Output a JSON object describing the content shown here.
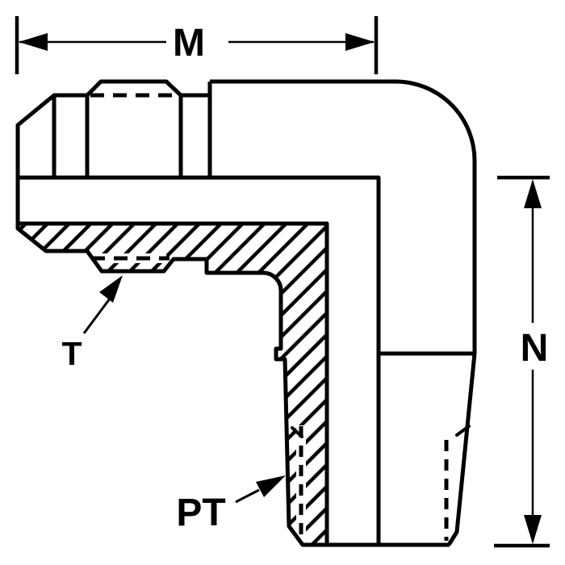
{
  "drawing": {
    "colors": {
      "line": "#000000",
      "background": "#ffffff"
    },
    "labels": {
      "m": "M",
      "n": "N",
      "t": "T",
      "pt": "PT"
    }
  }
}
